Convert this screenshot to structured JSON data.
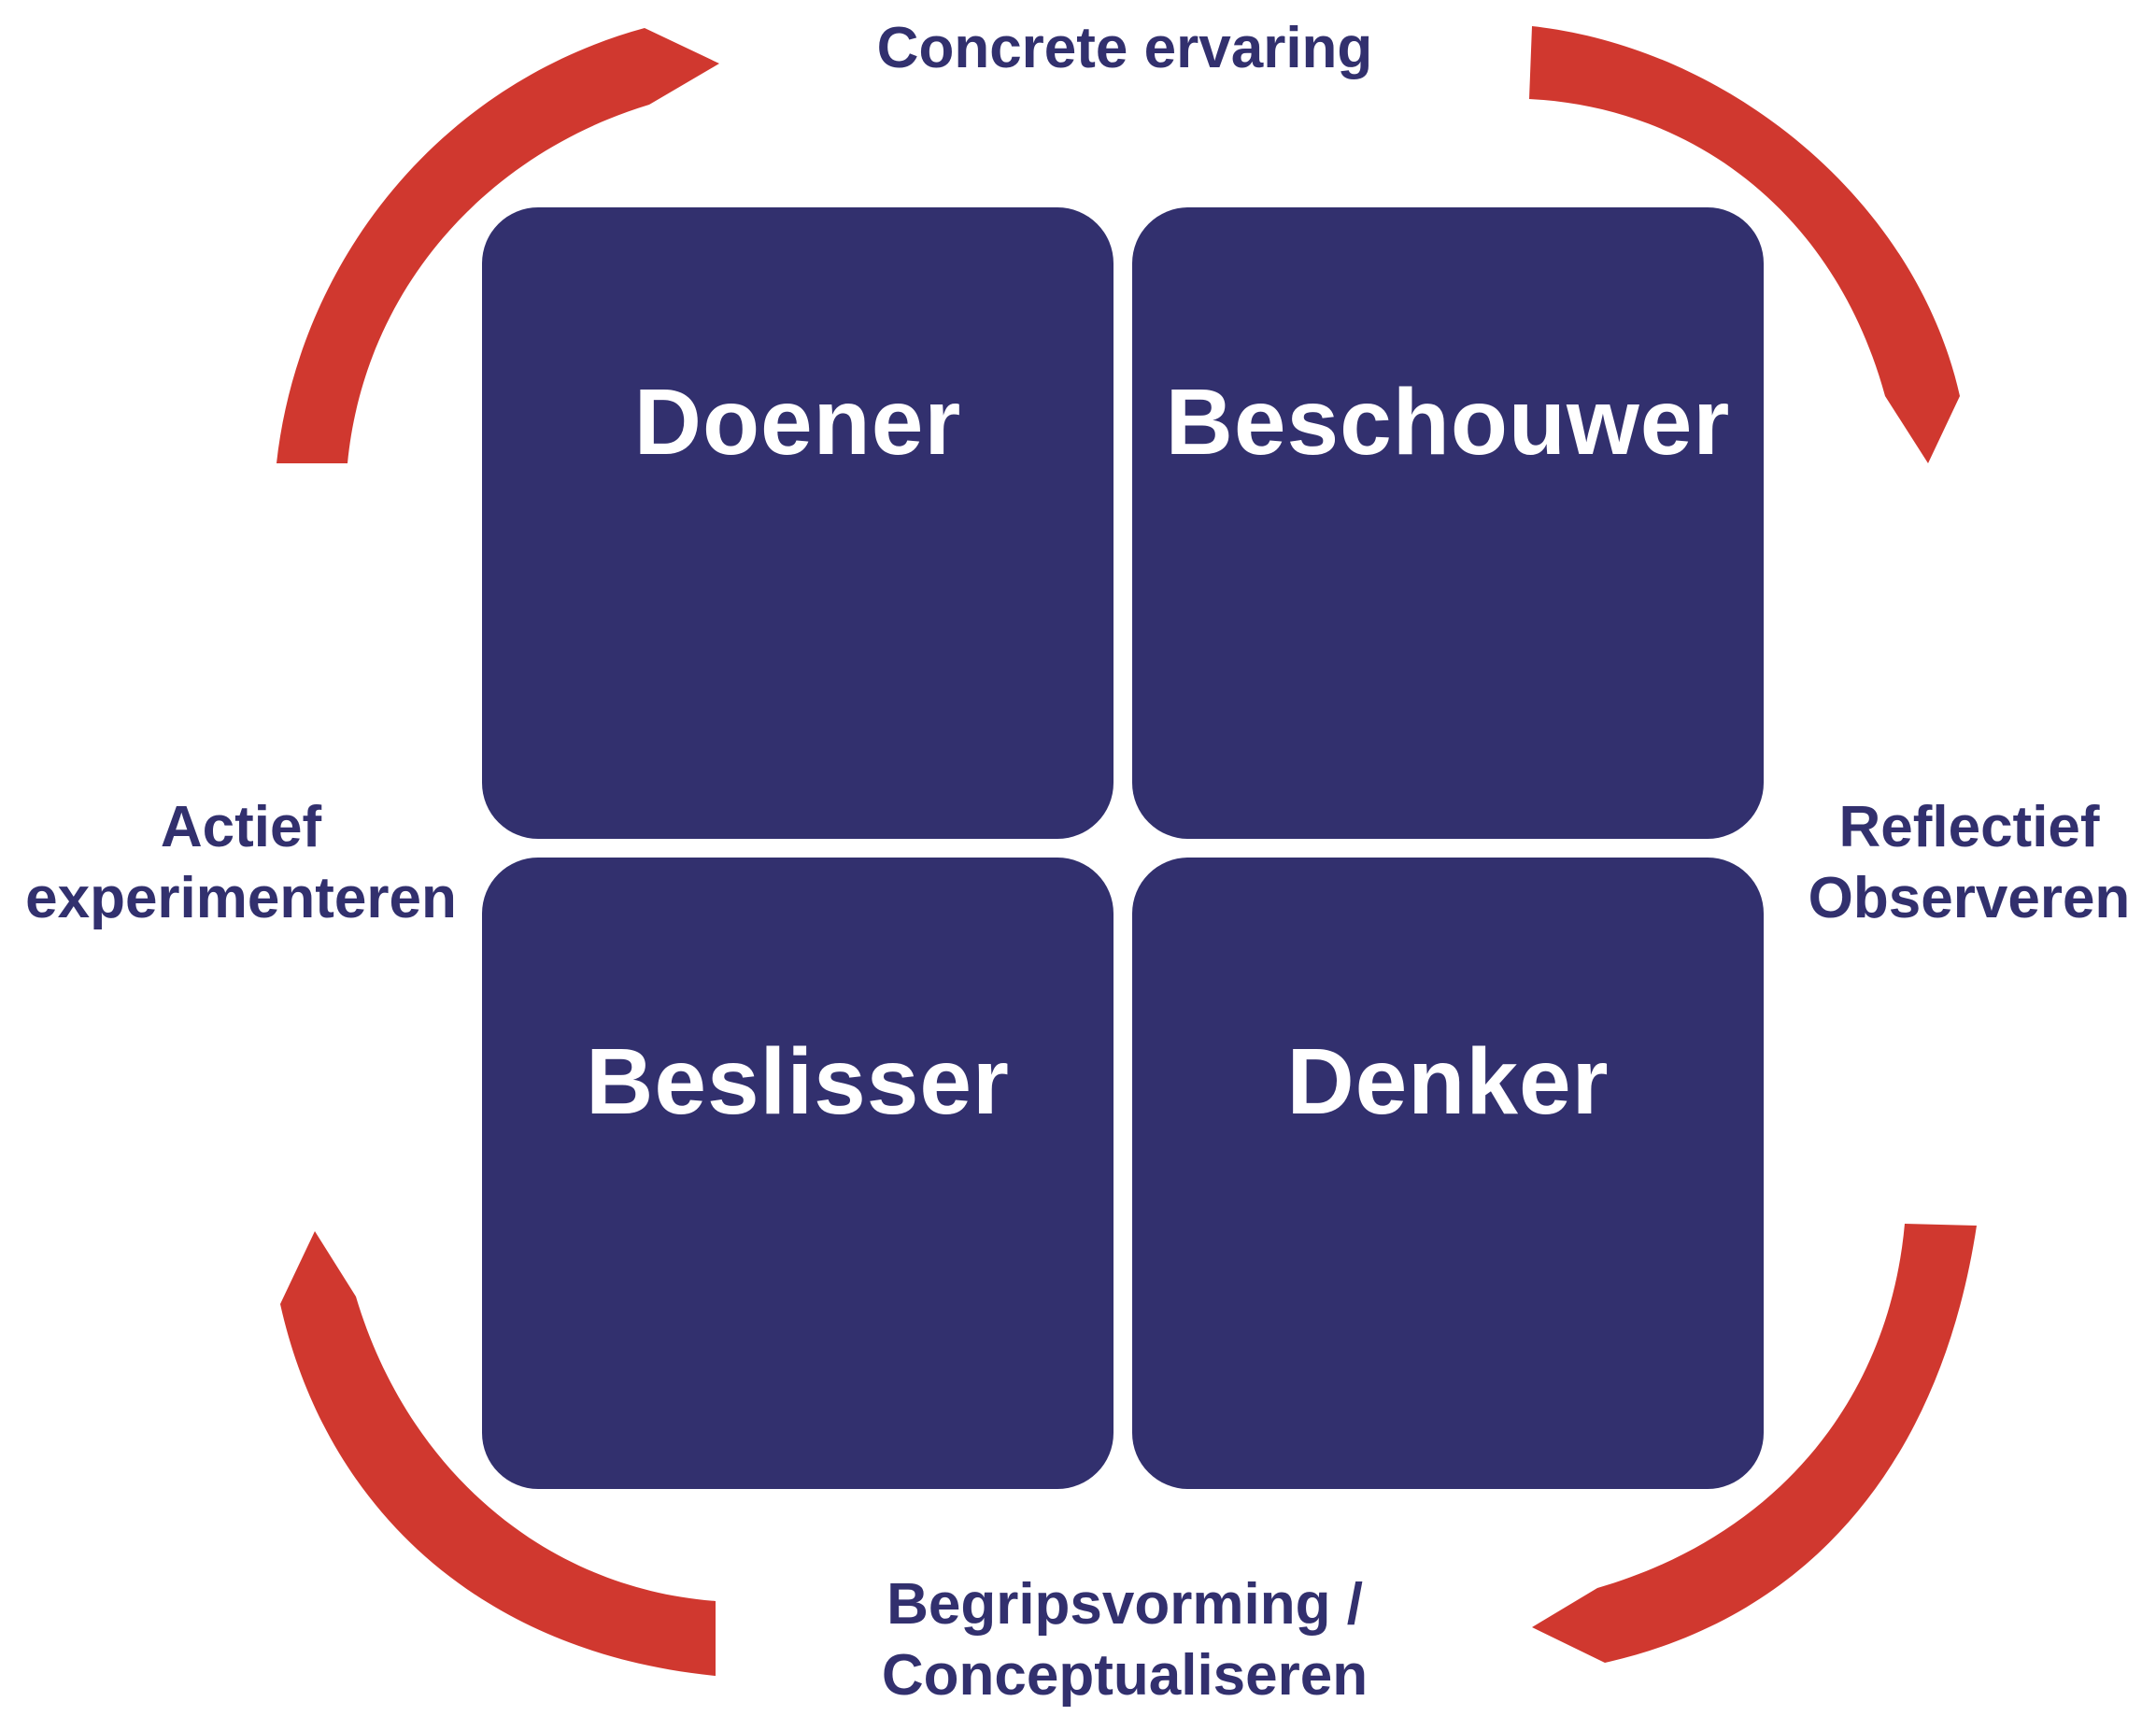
{
  "diagram": {
    "title": "",
    "colors": {
      "quadrant_fill": "#32306e",
      "quadrant_text": "#ffffff",
      "label_text": "#32306e",
      "arrow": "#d0382f",
      "background": "#ffffff"
    },
    "quadrants": {
      "top_left": "Doener",
      "top_right": "Beschouwer",
      "bottom_left": "Beslisser",
      "bottom_right": "Denker"
    },
    "stages": {
      "top": [
        "Concrete ervaring"
      ],
      "right": [
        "Reflectief",
        "Observeren"
      ],
      "bottom": [
        "Begripsvorming /",
        "Conceptualiseren"
      ],
      "left": [
        "Actief",
        "experimenteren"
      ]
    },
    "cycle": {
      "direction": "clockwise",
      "arrows": [
        "top-right",
        "bottom-right",
        "bottom-left",
        "top-left"
      ]
    }
  }
}
